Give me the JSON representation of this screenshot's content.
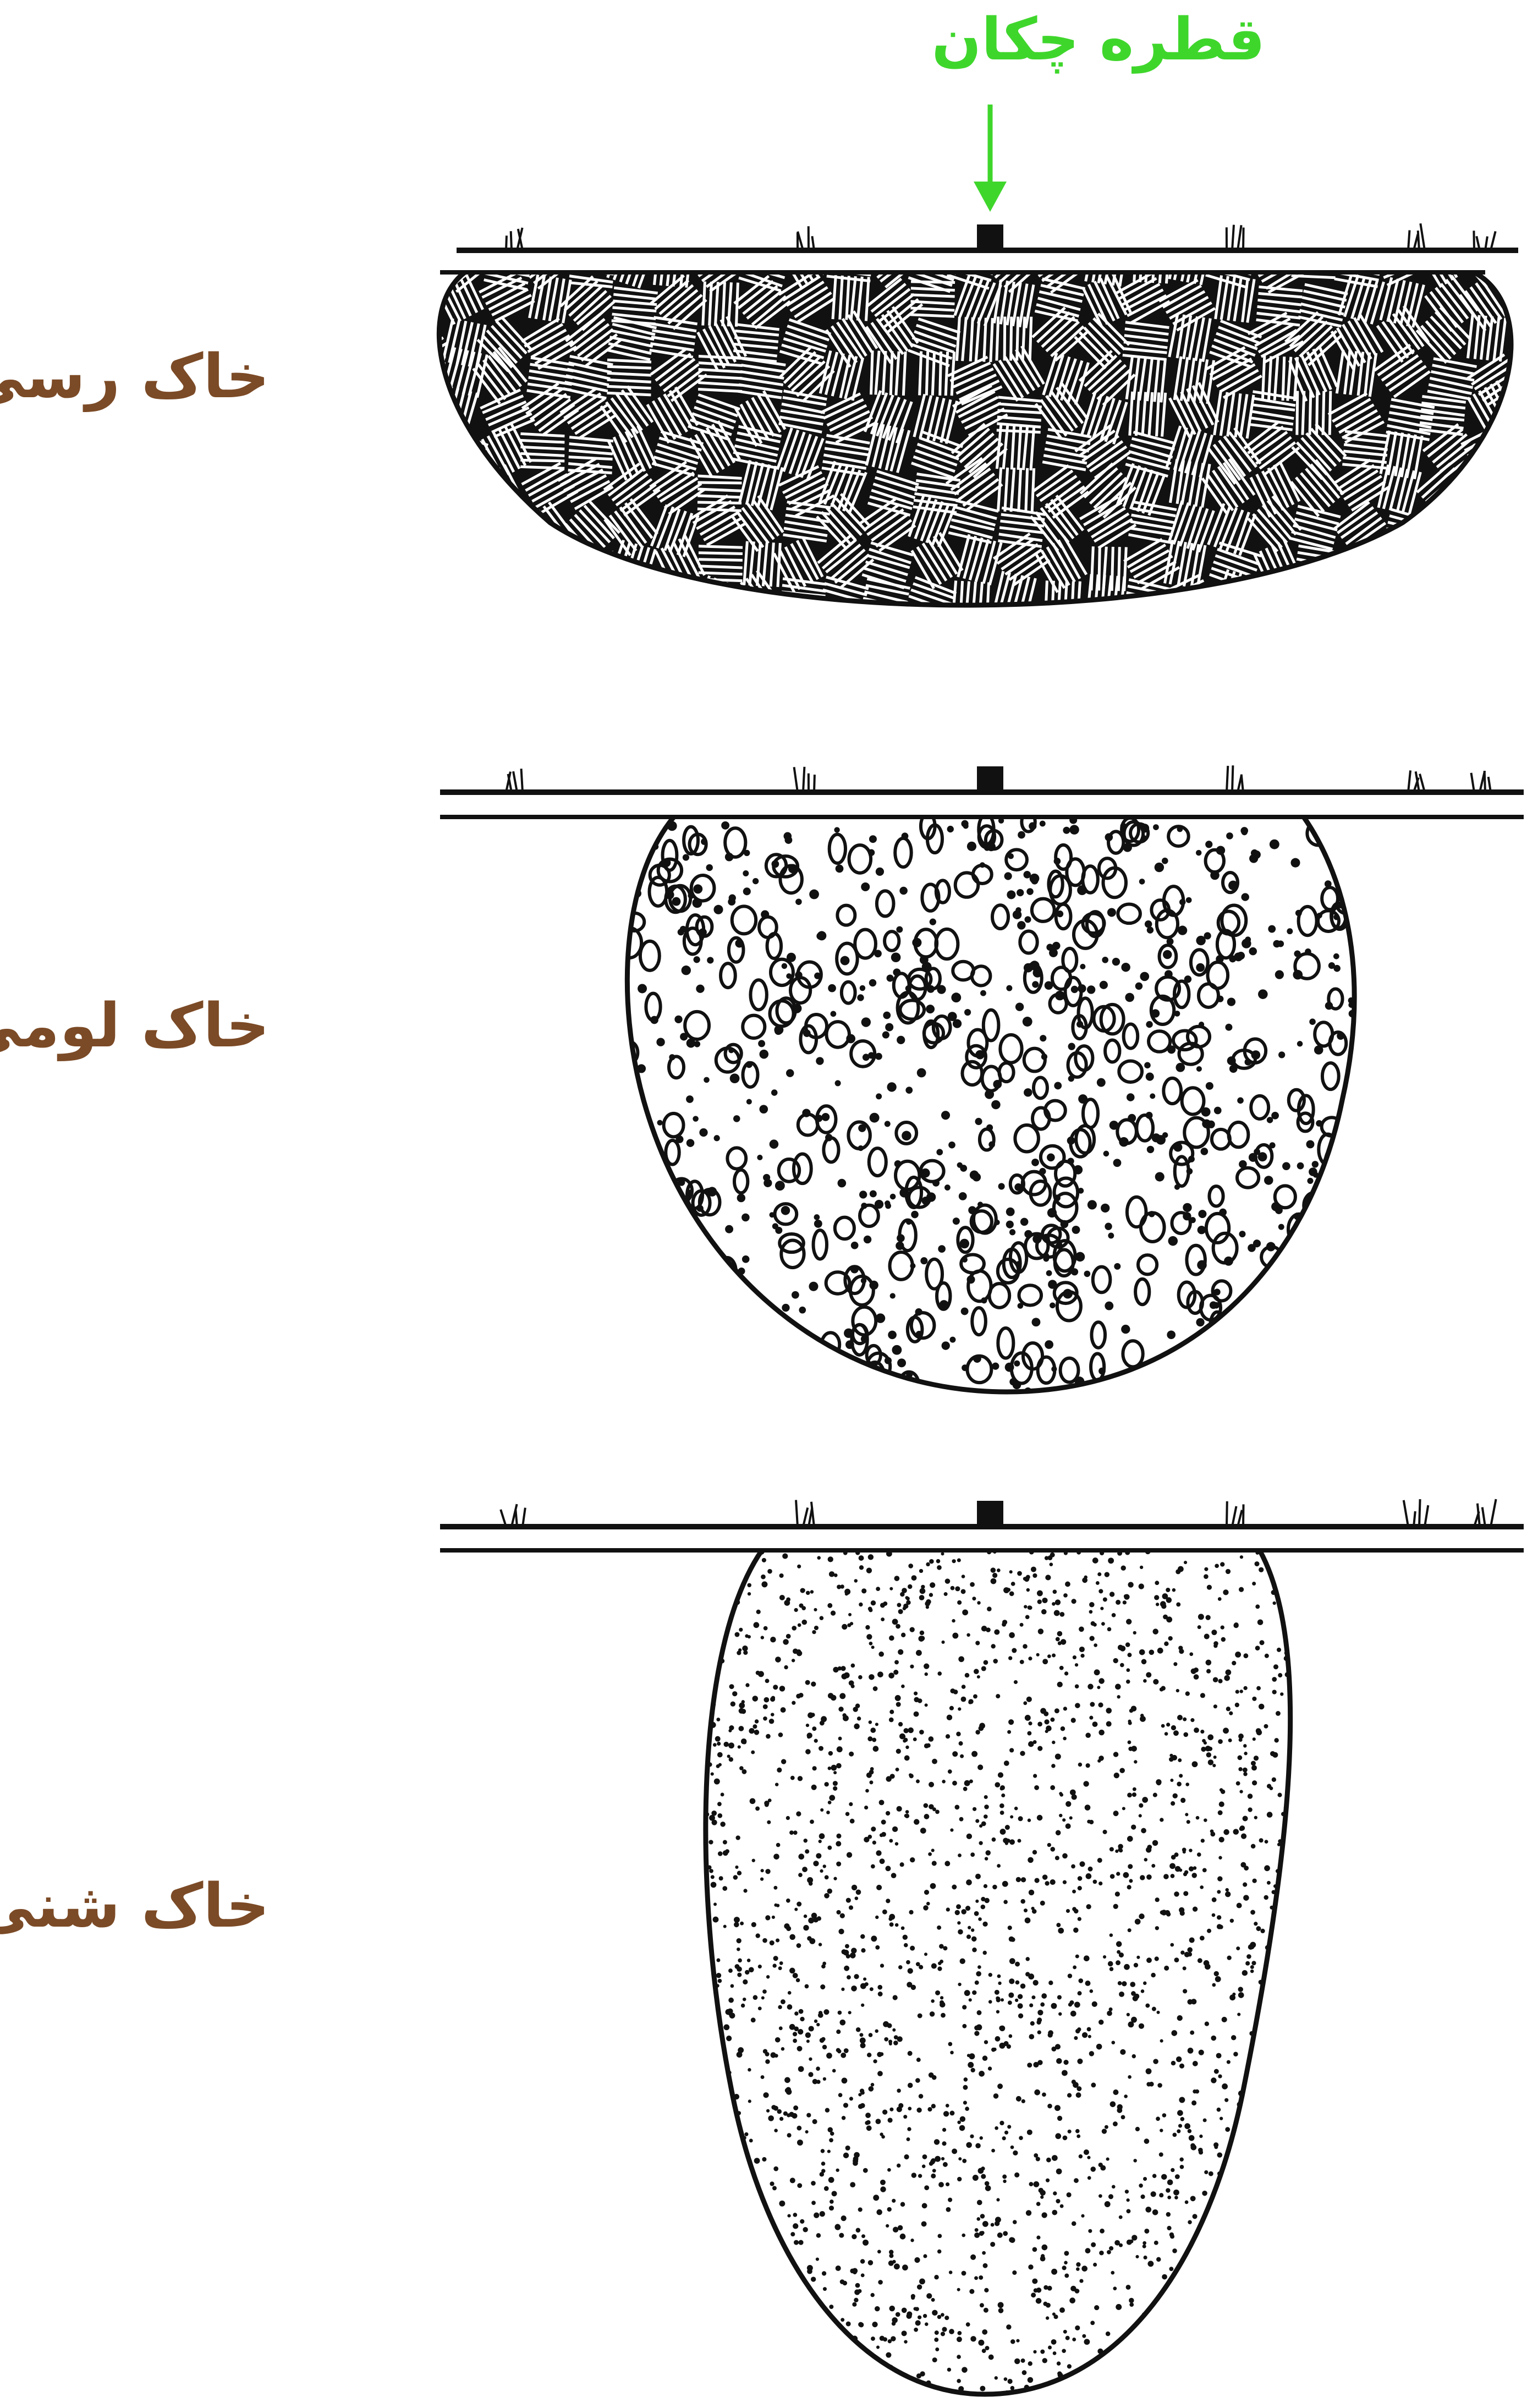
{
  "diagram": {
    "emitter_label": "قطره چکان",
    "soils": [
      {
        "label": "خاک رسی"
      },
      {
        "label": "خاک لومی"
      },
      {
        "label": "خاک شنی"
      }
    ]
  },
  "colors": {
    "emitter_label": "#3fd62c",
    "soil_label": "#7b4a26",
    "ink": "#111111",
    "background": "#ffffff"
  }
}
